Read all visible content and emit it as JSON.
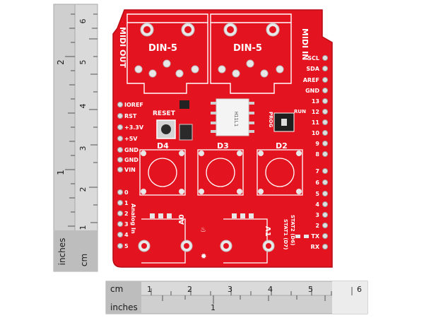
{
  "board": {
    "din_left": "DIN-5",
    "din_right": "DIN-5",
    "midi_out": "MIDI OUT",
    "midi_in": "MIDI IN",
    "reset": "RESET",
    "prog": "PROG",
    "run": "RUN",
    "pot_labels": [
      "D4",
      "D3",
      "D2"
    ],
    "analog_pot_labels": [
      "A0",
      "A1"
    ],
    "analog_in": "Analog In",
    "stat1": "STAT1 (D7)",
    "stat2": "STAT2 (D6)",
    "left_power_pins": [
      "IOREF",
      "RST",
      "+3.3V",
      "+5V",
      "GND",
      "GND",
      "VIN"
    ],
    "left_analog_pins": [
      "0",
      "1",
      "2",
      "3",
      "4",
      "5"
    ],
    "right_pins_top": [
      "SCL",
      "SDA",
      "AREF",
      "GND",
      "13",
      "12",
      "11",
      "10",
      "9",
      "8"
    ],
    "right_pins_bottom": [
      "7",
      "6",
      "5",
      "4",
      "3",
      "2",
      "TX",
      "RX"
    ],
    "optocoupler_text": "H11L1"
  },
  "rulers": {
    "left_inches": "inches",
    "left_cm": "cm",
    "bottom_cm": "cm",
    "bottom_inches": "inches",
    "cm_numbers": [
      "1",
      "2",
      "3",
      "4",
      "5",
      "6"
    ],
    "inch_numbers": [
      "1",
      "2"
    ]
  },
  "colors": {
    "pcb_red": "#e3141f",
    "silkscreen": "#ffffff",
    "ruler_gray": "#c9c9c9",
    "pad_silver": "#d7d7d7"
  }
}
